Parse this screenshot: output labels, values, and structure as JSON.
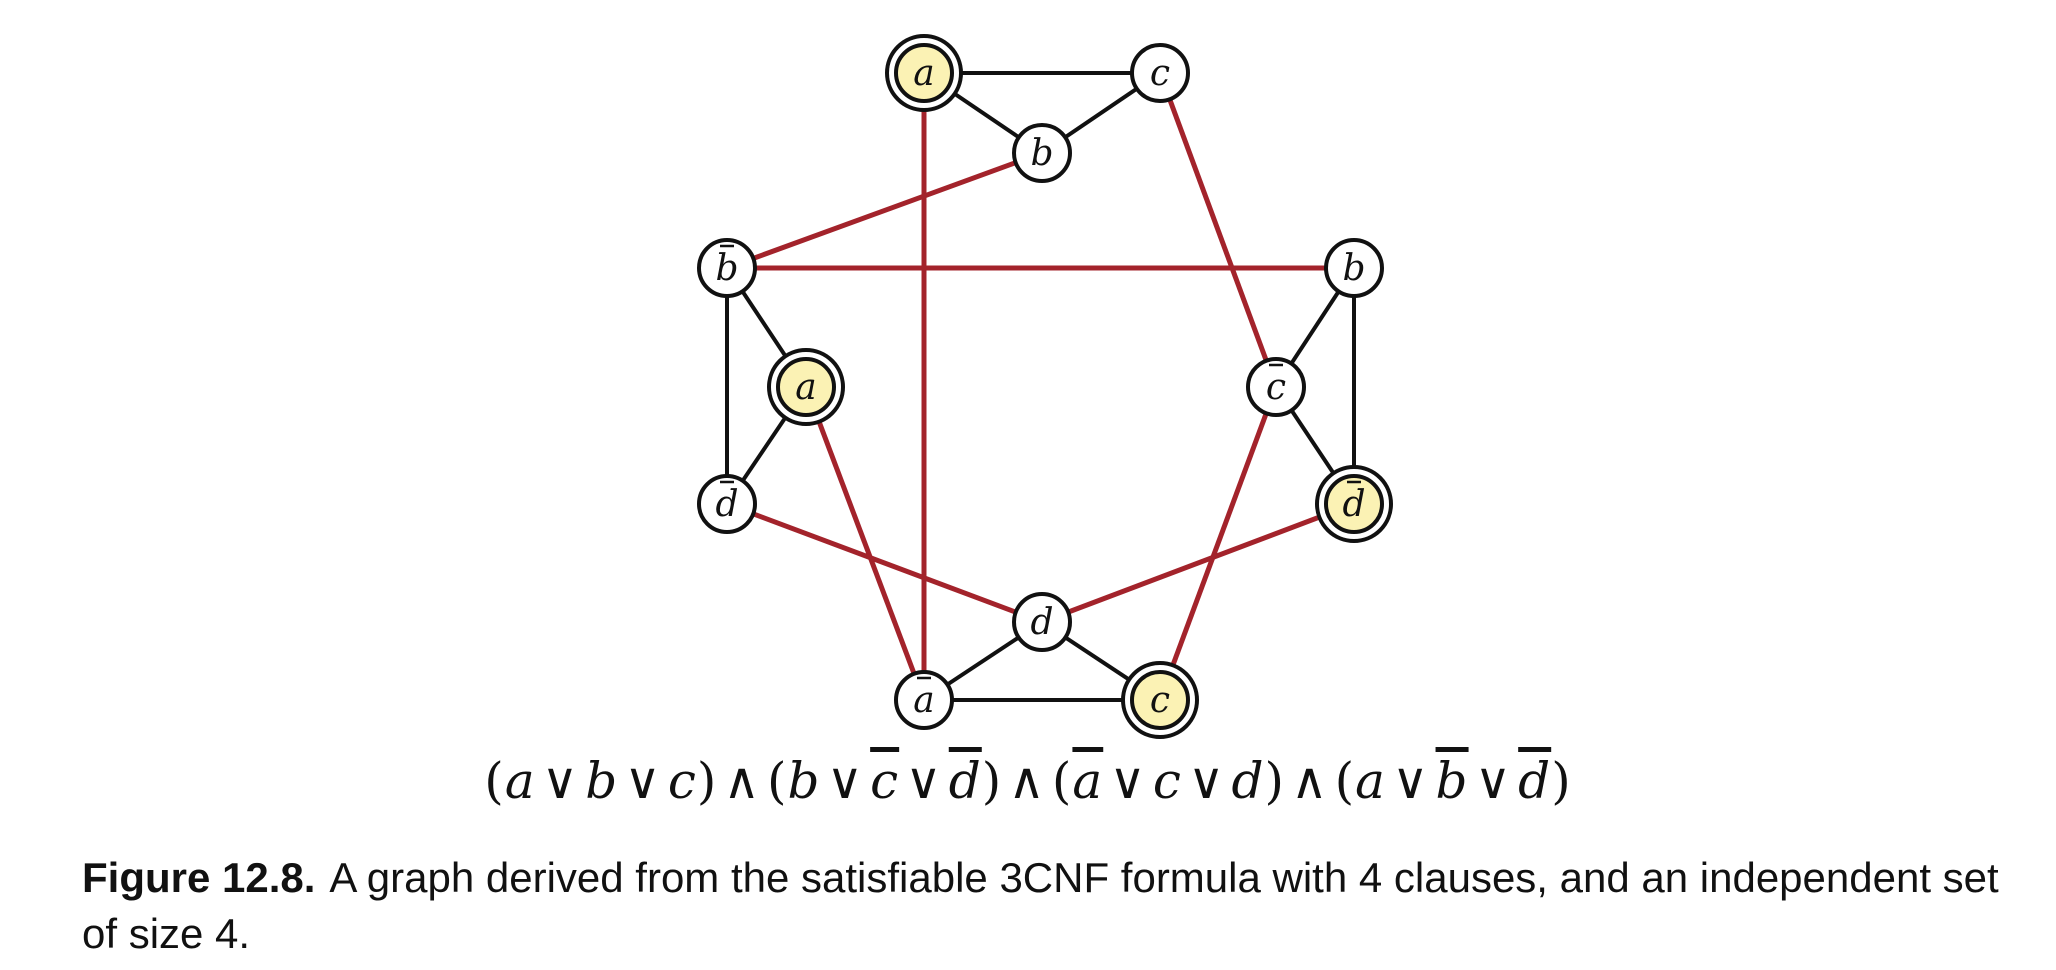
{
  "colors": {
    "clause_edge": "#111111",
    "conflict_edge": "#a3232b",
    "selected_fill": "#fbf2b4",
    "node_fill": "#ffffff",
    "node_stroke": "#111111"
  },
  "diagram": {
    "nodes": [
      {
        "id": "n1",
        "var": "a",
        "negated": false,
        "selected": true,
        "clause": 1
      },
      {
        "id": "n2",
        "var": "c",
        "negated": false,
        "selected": false,
        "clause": 1
      },
      {
        "id": "n3",
        "var": "b",
        "negated": false,
        "selected": false,
        "clause": 1
      },
      {
        "id": "n4",
        "var": "b",
        "negated": true,
        "selected": false,
        "clause": 4
      },
      {
        "id": "n5",
        "var": "a",
        "negated": false,
        "selected": true,
        "clause": 4
      },
      {
        "id": "n6",
        "var": "d",
        "negated": true,
        "selected": false,
        "clause": 4
      },
      {
        "id": "n7",
        "var": "b",
        "negated": false,
        "selected": false,
        "clause": 2
      },
      {
        "id": "n8",
        "var": "c",
        "negated": true,
        "selected": false,
        "clause": 2
      },
      {
        "id": "n9",
        "var": "d",
        "negated": true,
        "selected": true,
        "clause": 2
      },
      {
        "id": "n10",
        "var": "d",
        "negated": false,
        "selected": false,
        "clause": 3
      },
      {
        "id": "n11",
        "var": "a",
        "negated": true,
        "selected": false,
        "clause": 3
      },
      {
        "id": "n12",
        "var": "c",
        "negated": false,
        "selected": true,
        "clause": 3
      }
    ],
    "clause_edges": [
      [
        "n1",
        "n2"
      ],
      [
        "n1",
        "n3"
      ],
      [
        "n2",
        "n3"
      ],
      [
        "n4",
        "n5"
      ],
      [
        "n4",
        "n6"
      ],
      [
        "n5",
        "n6"
      ],
      [
        "n7",
        "n8"
      ],
      [
        "n7",
        "n9"
      ],
      [
        "n8",
        "n9"
      ],
      [
        "n10",
        "n11"
      ],
      [
        "n10",
        "n12"
      ],
      [
        "n11",
        "n12"
      ]
    ],
    "conflict_edges": [
      [
        "n1",
        "n11"
      ],
      [
        "n2",
        "n8"
      ],
      [
        "n3",
        "n4"
      ],
      [
        "n4",
        "n7"
      ],
      [
        "n5",
        "n11"
      ],
      [
        "n6",
        "n10"
      ],
      [
        "n9",
        "n10"
      ],
      [
        "n8",
        "n12"
      ]
    ]
  },
  "formula": {
    "clauses": [
      [
        {
          "var": "a",
          "neg": false
        },
        {
          "var": "b",
          "neg": false
        },
        {
          "var": "c",
          "neg": false
        }
      ],
      [
        {
          "var": "b",
          "neg": false
        },
        {
          "var": "c",
          "neg": true
        },
        {
          "var": "d",
          "neg": true
        }
      ],
      [
        {
          "var": "a",
          "neg": true
        },
        {
          "var": "c",
          "neg": false
        },
        {
          "var": "d",
          "neg": false
        }
      ],
      [
        {
          "var": "a",
          "neg": false
        },
        {
          "var": "b",
          "neg": true
        },
        {
          "var": "d",
          "neg": true
        }
      ]
    ],
    "or_symbol": "∨",
    "and_symbol": "∧",
    "open_paren": "(",
    "close_paren": ")"
  },
  "caption": {
    "label": "Figure 12.8.",
    "text": "A graph derived from the satisfiable 3CNF formula with 4 clauses, and an independent set of size 4."
  }
}
